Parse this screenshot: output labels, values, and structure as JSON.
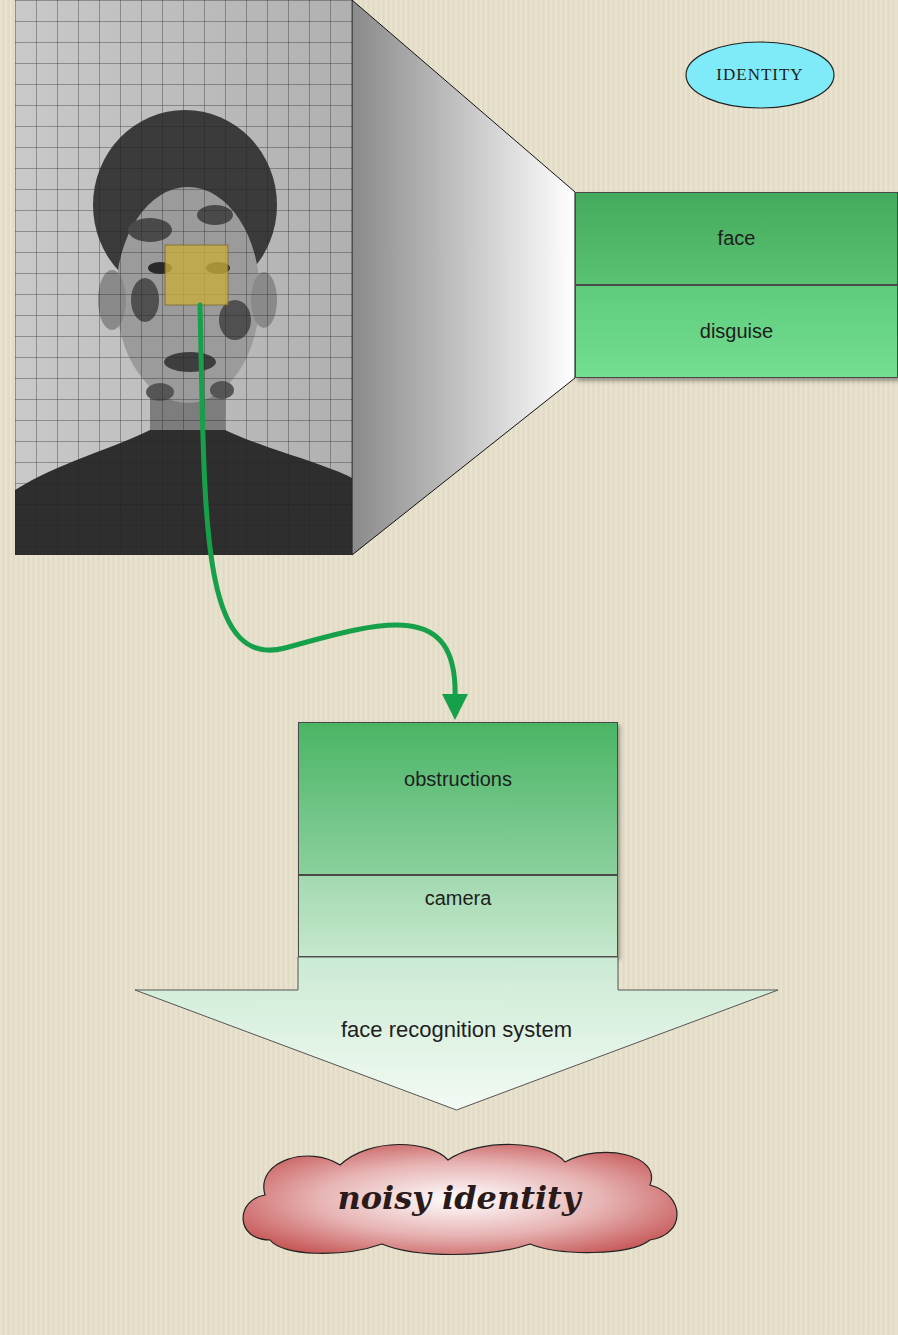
{
  "diagram": {
    "nodes": [
      {
        "text": [
          "IDENTITY"
        ]
      },
      {
        "text": [
          "face"
        ]
      },
      {
        "text": [
          "disguise"
        ]
      },
      {
        "text": [
          "obstructions"
        ]
      },
      {
        "text": [
          "camera"
        ]
      },
      {
        "text": [
          "face recognition system"
        ]
      },
      {
        "text": [
          "noisy identity"
        ]
      }
    ]
  }
}
